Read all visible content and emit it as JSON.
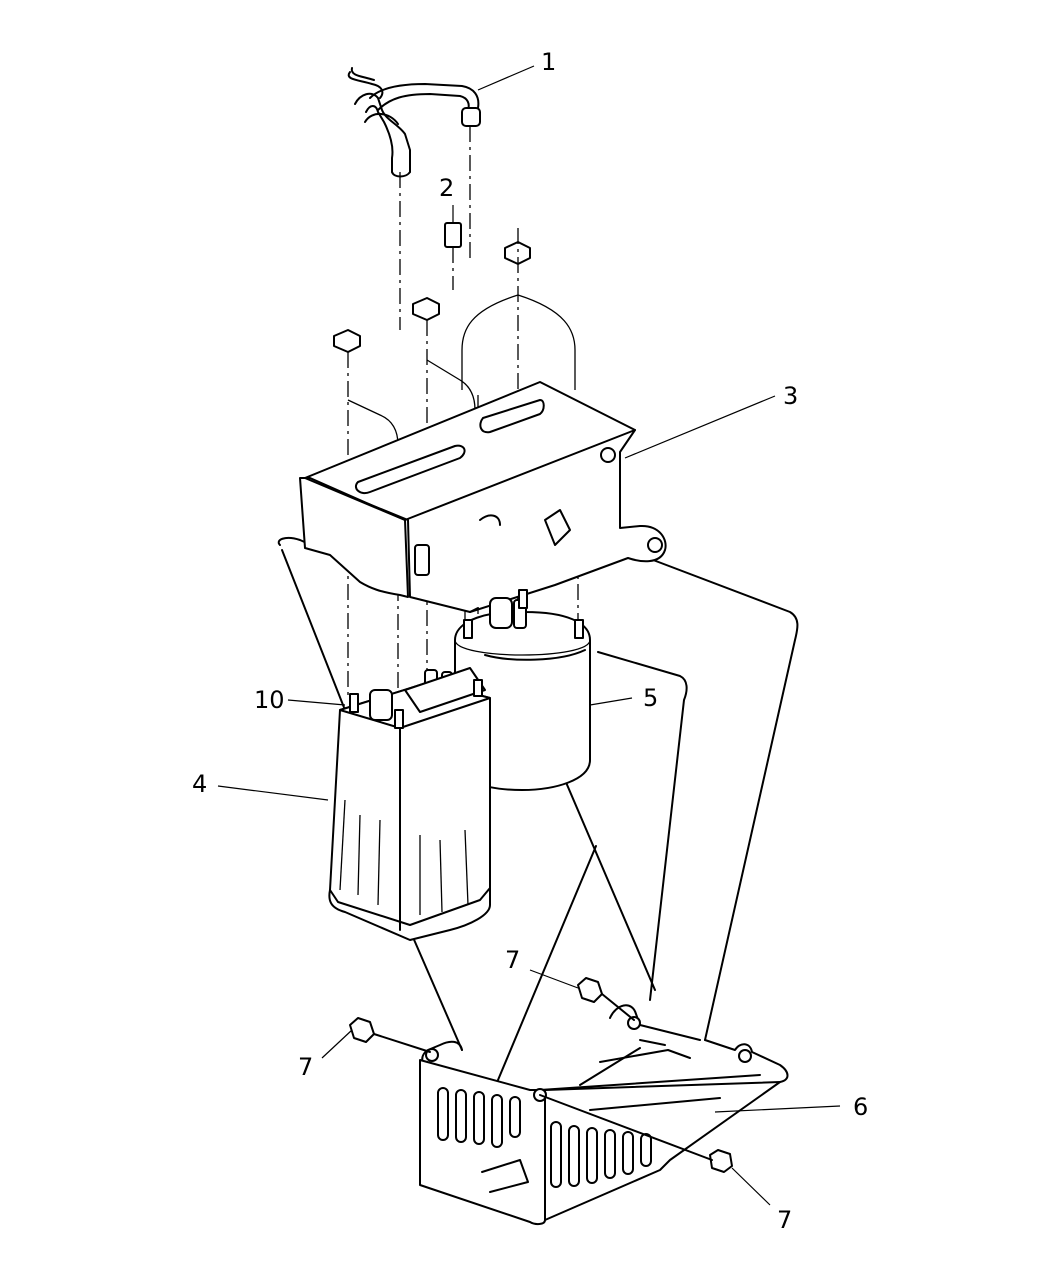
{
  "callouts": [
    {
      "id": "c1",
      "label": "1"
    },
    {
      "id": "c2",
      "label": "2"
    },
    {
      "id": "c3",
      "label": "3"
    },
    {
      "id": "c4",
      "label": "4"
    },
    {
      "id": "c5",
      "label": "5"
    },
    {
      "id": "c6",
      "label": "6"
    },
    {
      "id": "c7a",
      "label": "7"
    },
    {
      "id": "c7b",
      "label": "7"
    },
    {
      "id": "c7c",
      "label": "7"
    },
    {
      "id": "c10",
      "label": "10"
    }
  ]
}
